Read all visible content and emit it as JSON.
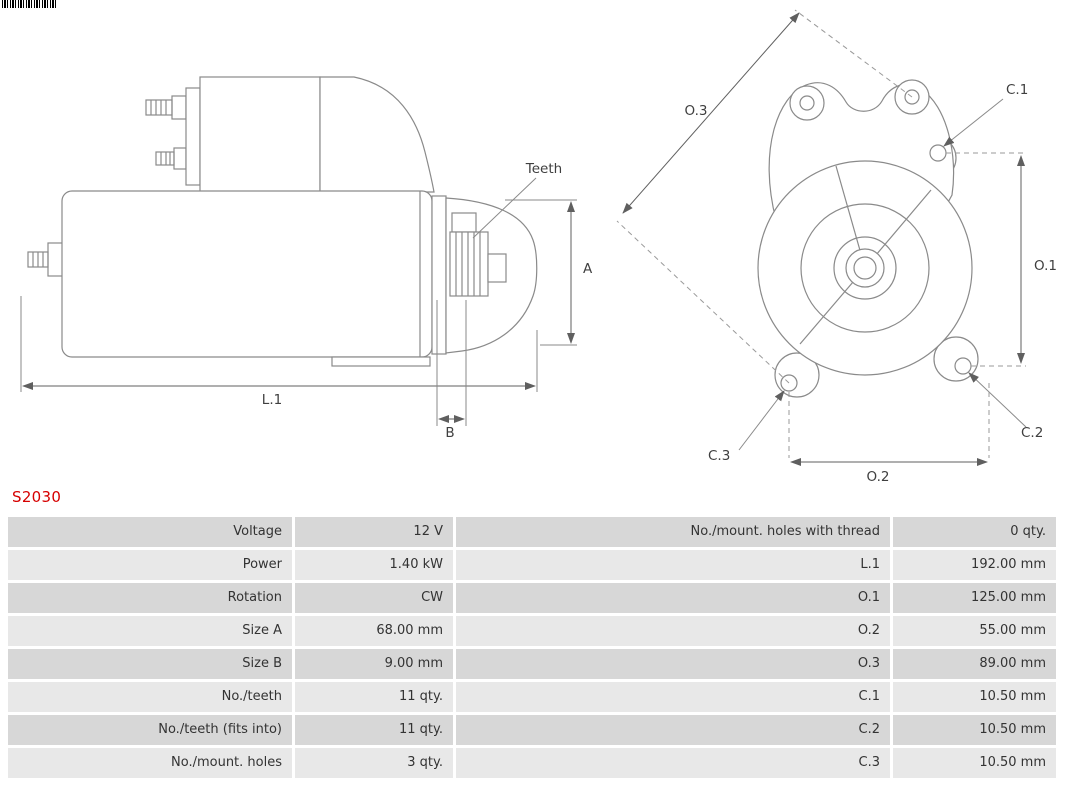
{
  "part_number": "S2030",
  "colors": {
    "part_number_red": "#d60000",
    "row_dark": "#d7d7d7",
    "row_light": "#e8e8e8",
    "drawing_line": "#8a8a8a"
  },
  "drawing": {
    "labels": {
      "teeth": "Teeth",
      "dim_a": "A",
      "dim_b": "B",
      "dim_l1": "L.1",
      "dim_o1": "O.1",
      "dim_o2": "O.2",
      "dim_o3": "O.3",
      "dim_c1": "C.1",
      "dim_c2": "C.2",
      "dim_c3": "C.3"
    }
  },
  "spec_table": {
    "left": [
      {
        "label": "Voltage",
        "value": "12 V"
      },
      {
        "label": "Power",
        "value": "1.40 kW"
      },
      {
        "label": "Rotation",
        "value": "CW"
      },
      {
        "label": "Size A",
        "value": "68.00 mm"
      },
      {
        "label": "Size B",
        "value": "9.00 mm"
      },
      {
        "label": "No./teeth",
        "value": "11 qty."
      },
      {
        "label": "No./teeth (fits into)",
        "value": "11 qty."
      },
      {
        "label": "No./mount. holes",
        "value": "3 qty."
      }
    ],
    "right": [
      {
        "label": "No./mount. holes with thread",
        "value": "0 qty."
      },
      {
        "label": "L.1",
        "value": "192.00 mm"
      },
      {
        "label": "O.1",
        "value": "125.00 mm"
      },
      {
        "label": "O.2",
        "value": "55.00 mm"
      },
      {
        "label": "O.3",
        "value": "89.00 mm"
      },
      {
        "label": "C.1",
        "value": "10.50 mm"
      },
      {
        "label": "C.2",
        "value": "10.50 mm"
      },
      {
        "label": "C.3",
        "value": "10.50 mm"
      }
    ]
  }
}
